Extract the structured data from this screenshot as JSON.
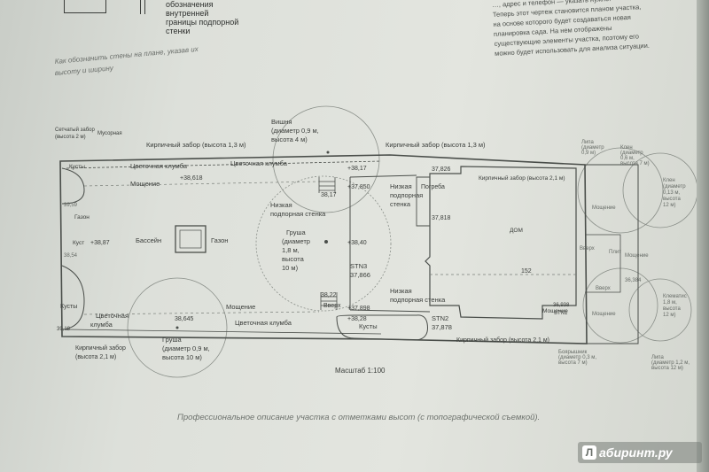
{
  "legend": {
    "lines": [
      "обозначения",
      "внутренней",
      "границы подпорной",
      "стенки"
    ]
  },
  "top_right_text": [
    "…, адрес и телефон — указать нужно.",
    "Теперь этот чертеж становится планом участка,",
    "на основе которого будет создаваться новая",
    "планировка сада. На нем отображены",
    "существующие элементы участка, поэтому его",
    "можно будет использовать для анализа ситуации."
  ],
  "note": [
    "Как обозначить стены на плане, указав их",
    "высоту и ширину"
  ],
  "caption": "Профессиональное описание участка с отметками высот (с топографической съемкой).",
  "watermark": "абиринт.ру",
  "watermark_logo": "Л",
  "plan": {
    "fence_top": "Кирпичный забор (высота 1,3 м)",
    "fence_top_right": "Кирпичный забор (высота 1,3 м)",
    "fence_right_top": "Кирпичный забор (высота 2,1 м)",
    "fence_bottom": "Кирпичный забор (высота 2,1 м)",
    "fence_bottom_left": [
      "Кирпичный забор",
      "(высота 2,1 м)"
    ],
    "chain_fence": [
      "Сетчатый забор",
      "(высота 2 м)"
    ],
    "rubbish": "Мусорная",
    "bushes_tl": "Кусты",
    "bushes_bl": "Кусты",
    "bushes_bottom": "Кусты",
    "flowerbed_1": "Цветочная клумба",
    "flowerbed_2": "Цветочная клумба",
    "flowerbed_3": [
      "Цветочная",
      "клумба"
    ],
    "flowerbed_4": "Цветочная клумба",
    "paving_top": "Мощение",
    "paving_bottom": "Мощение",
    "paving_right": "Мощение",
    "lawn_left": "Газон",
    "lawn": "Газон",
    "pool": "Бассейн",
    "bush_mid": "Куст",
    "cherry": [
      "Вишня",
      "(диаметр 0,9 м,",
      "высота 4 м)"
    ],
    "pear_big": [
      "Груша",
      "(диаметр",
      "1,8 м,",
      "высота",
      "10 м)"
    ],
    "pear_small": [
      "Груша",
      "(диаметр 0,9 м,",
      "высота 10 м)"
    ],
    "low_wall_1": [
      "Низкая",
      "подпорная стенка"
    ],
    "low_wall_2": [
      "Низкая",
      "подпорная",
      "стенка"
    ],
    "low_wall_3": [
      "Низкая",
      "подпорная стенка"
    ],
    "cellar": "Погреба",
    "house": "ДОМ",
    "up": "Вверх",
    "stn3": [
      "STN3",
      "37,866"
    ],
    "stn2": [
      "STN2",
      "37,878"
    ],
    "stn1": "STN1",
    "scale": "Масштаб 1:100",
    "dim_152": "152",
    "elev": {
      "e1": "+38,17",
      "e2": "+38,618",
      "e3": "38,17",
      "e4": "+37,850",
      "e5": "37,826",
      "e6": "37,818",
      "e7": "+38,87",
      "e8": "+38,40",
      "e9": "38,22",
      "e10": "+37,898",
      "e11": "+38,28",
      "e12": "38,645",
      "e13": "39,59",
      "e14": "38,54",
      "e15": "39,18",
      "e16": "36,938",
      "e17": "36,384"
    },
    "right_trees": {
      "t1": [
        "Липа",
        "(диаметр",
        "0,9 м)"
      ],
      "t2": [
        "Клен",
        "(диаметр",
        "0,13 м,",
        "высота",
        "12 м)"
      ],
      "t3": [
        "Клен",
        "(диаметр",
        "0,6 м,",
        "высота 7 м)"
      ],
      "t4": [
        "Клематис",
        "1,8 м,",
        "высота",
        "12 м)"
      ],
      "t5": [
        "Боярышник",
        "(диаметр 0,3 м,",
        "высота 7 м)"
      ],
      "t6": [
        "Липа",
        "(диаметр 1,2 м,",
        "высота 12 м)"
      ],
      "g1": "Мощение",
      "g2": "Мощение",
      "g3": "Мощение",
      "g4": "Вверх",
      "g5": "Плит",
      "g6": "Вверх"
    }
  }
}
